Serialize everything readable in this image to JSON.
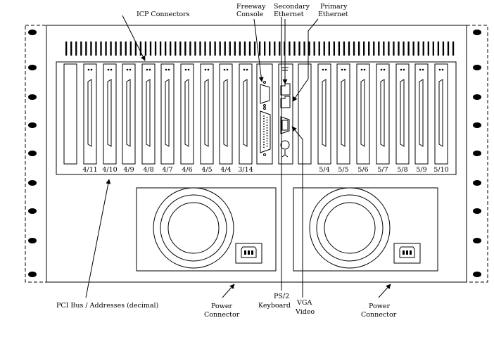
{
  "labels": {
    "icp_connectors": "ICP Connectors",
    "freeway_console": [
      "Freeway",
      "Console"
    ],
    "secondary_ethernet": [
      "Secondary",
      "Ethernet"
    ],
    "primary_ethernet": [
      "Primary",
      "Ethernet"
    ],
    "pci_bus": "PCI Bus / Addresses (decimal)",
    "power_connector_left": [
      "Power",
      "Connector"
    ],
    "ps2_keyboard": [
      "PS/2",
      "Keyboard"
    ],
    "vga_video": [
      "VGA",
      "Video"
    ],
    "power_connector_right": [
      "Power",
      "Connector"
    ]
  },
  "left_slots": [
    "4/11",
    "4/10",
    "4/9",
    "4/8",
    "4/7",
    "4/6",
    "4/5",
    "4/4",
    "3/14"
  ],
  "right_slots": [
    "5/4",
    "5/5",
    "5/6",
    "5/7",
    "5/8",
    "5/9",
    "5/10"
  ]
}
